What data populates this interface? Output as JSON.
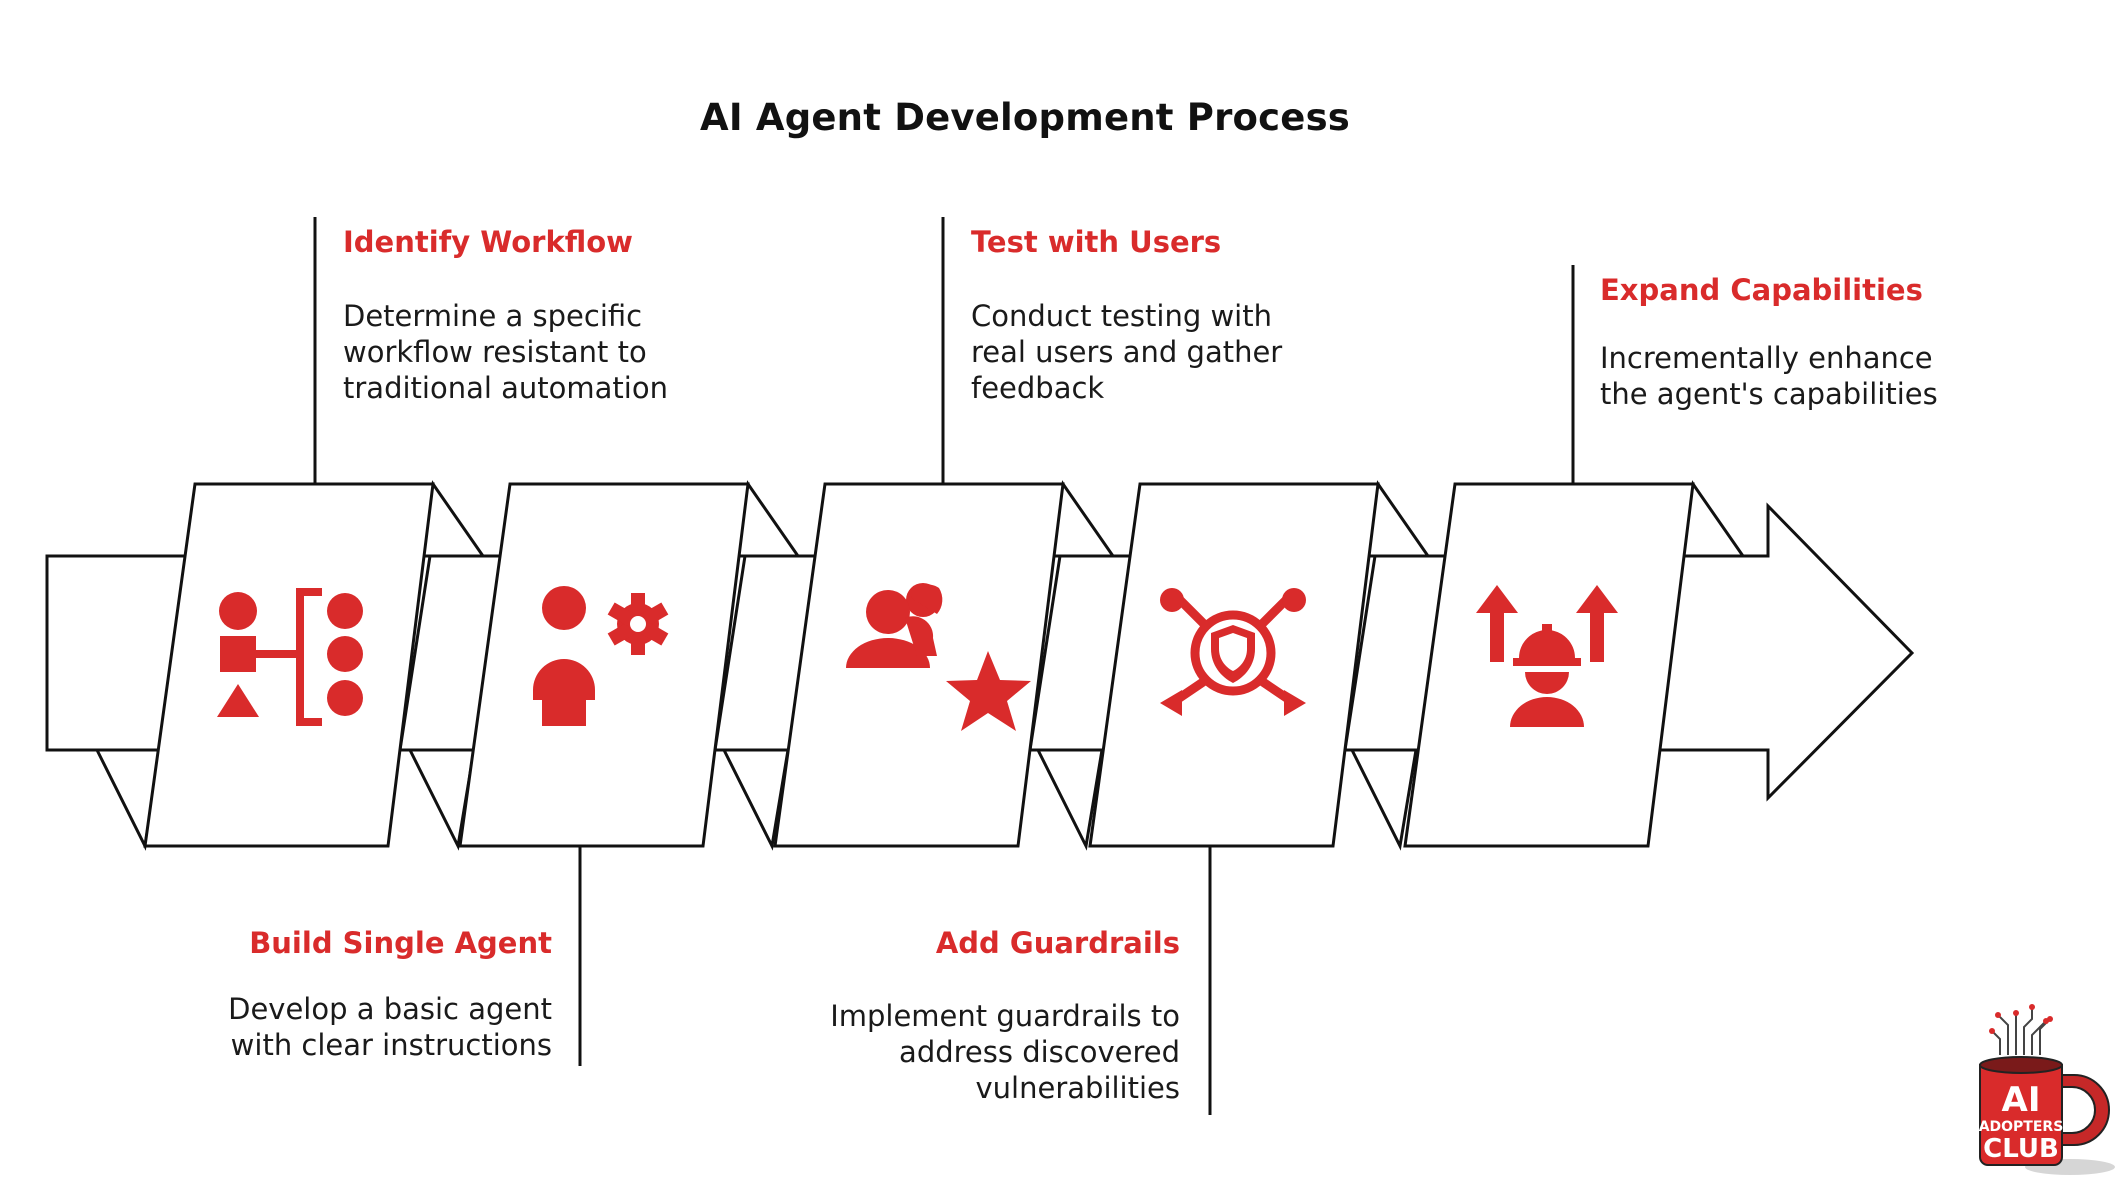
{
  "diagram": {
    "title": "AI Agent Development Process",
    "steps": [
      {
        "title": "Identify Workflow",
        "description": "Determine a specific\nworkflow resistant to\ntraditional automation",
        "icon": "workflow-shapes-icon",
        "label_side": "top"
      },
      {
        "title": "Build Single Agent",
        "description": "Develop a basic agent\nwith clear instructions",
        "icon": "person-gear-icon",
        "label_side": "bottom"
      },
      {
        "title": "Test with Users",
        "description": "Conduct testing with\nreal users and gather\nfeedback",
        "icon": "users-star-icon",
        "label_side": "top"
      },
      {
        "title": "Add Guardrails",
        "description": "Implement guardrails to\naddress discovered\nvulnerabilities",
        "icon": "shield-network-icon",
        "label_side": "bottom"
      },
      {
        "title": "Expand Capabilities",
        "description": "Incrementally enhance\nthe agent's capabilities",
        "icon": "worker-arrows-icon",
        "label_side": "top"
      }
    ],
    "colors": {
      "accent": "#d92b2b",
      "outline": "#111111",
      "background": "#ffffff"
    }
  },
  "logo": {
    "line1": "AI",
    "line2": "ADOPTERS",
    "line3": "CLUB",
    "icon": "coffee-mug-circuit-icon"
  }
}
